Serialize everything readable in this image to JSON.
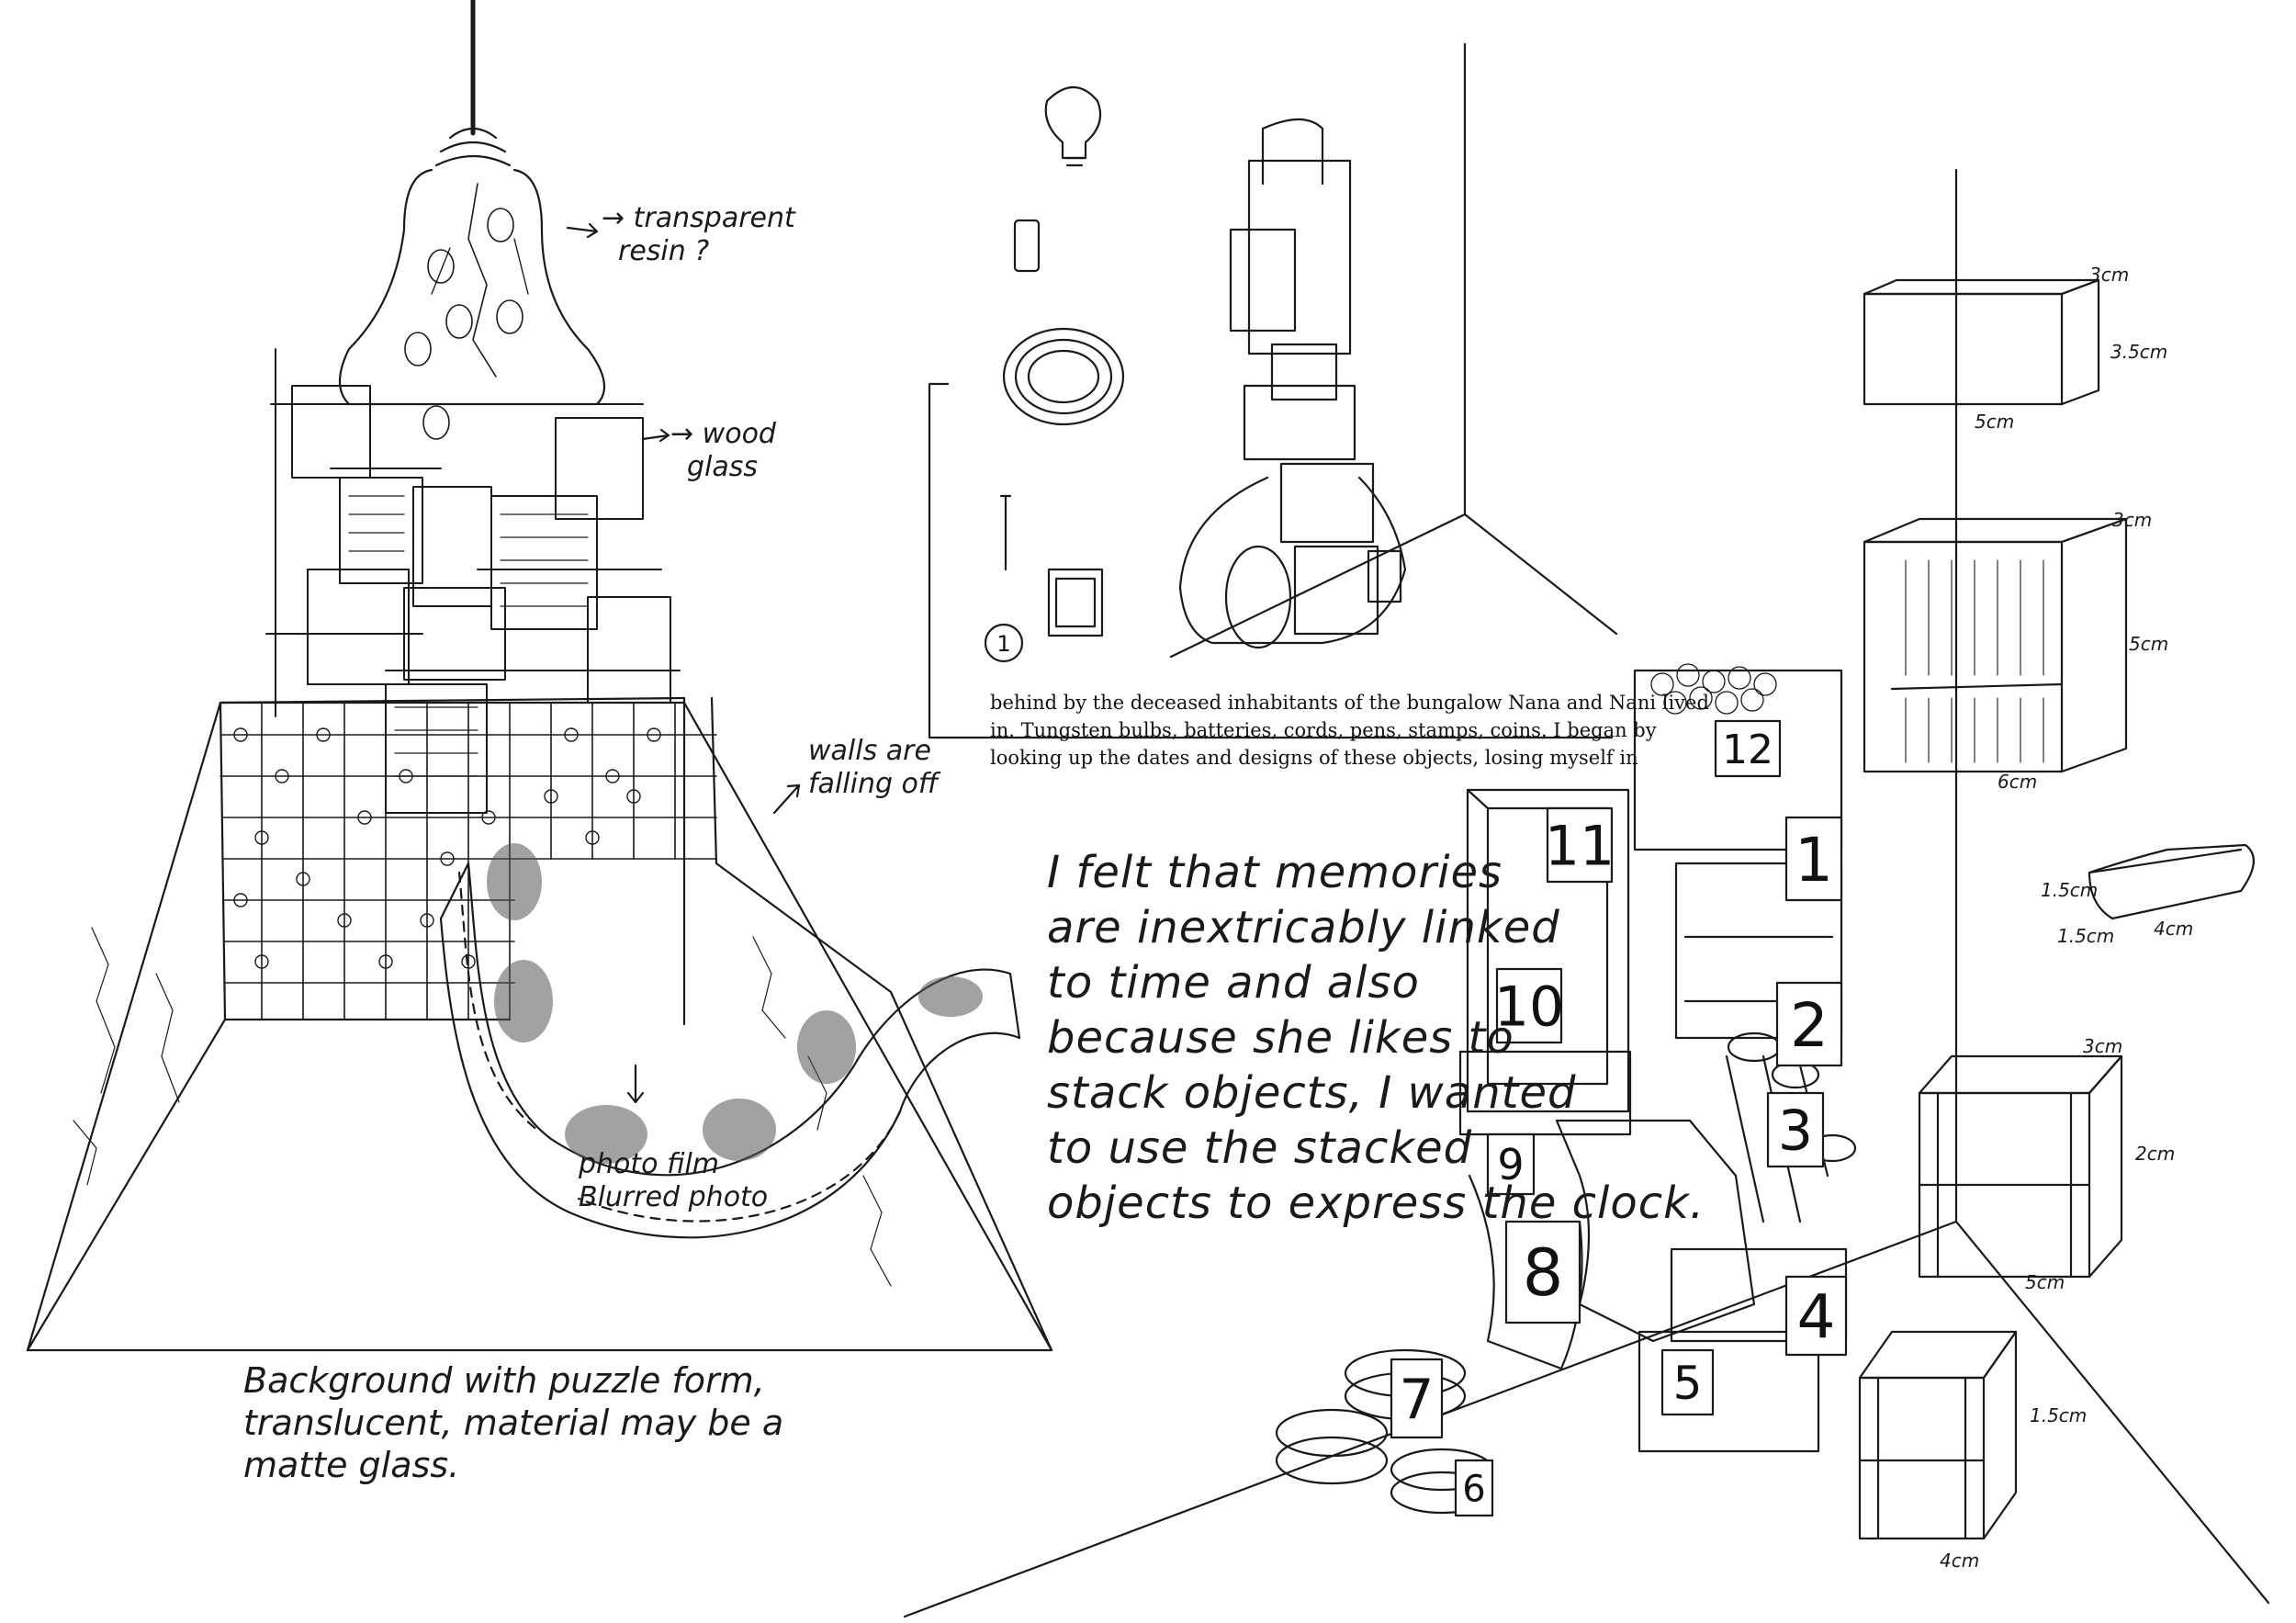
{
  "annotations": {
    "resin": [
      "→ transparent",
      "resin ?"
    ],
    "wood": [
      "→ wood",
      "glass"
    ],
    "walls": [
      "walls are",
      "falling off"
    ],
    "film": [
      "photo film",
      "Blurred photo"
    ],
    "background": [
      "Background with puzzle form,",
      "translucent, material may be a",
      "matte glass."
    ],
    "memories": [
      "I felt that memories",
      "are inextricably linked",
      "to time and also",
      "because she likes to",
      "stack objects, I wanted",
      "to use the stacked",
      "objects to express the clock."
    ]
  },
  "typed_excerpt": [
    "behind by the deceased inhabitants of the bungalow Nana and Nani lived",
    "in. Tungsten bulbs, batteries, cords, pens, stamps, coins. I began by",
    "looking up the dates and designs of these objects, losing myself in"
  ],
  "tower_numbers": [
    "12",
    "11",
    "10",
    "9",
    "8",
    "7",
    "6",
    "5",
    "4",
    "3",
    "2",
    "1"
  ],
  "coin_label": "1",
  "dimensions": {
    "box": {
      "top": "3cm",
      "side": "3.5cm",
      "bottom": "5cm"
    },
    "shelf": {
      "top": "3cm",
      "side": "5cm",
      "bottom": "6cm"
    },
    "basket": {
      "side": "1.5cm",
      "depth": "1.5cm",
      "length": "4cm"
    },
    "frame_large": {
      "top": "3cm",
      "side": "2cm",
      "bottom": "5cm"
    },
    "frame_small": {
      "side": "1.5cm",
      "bottom": "4cm"
    }
  }
}
